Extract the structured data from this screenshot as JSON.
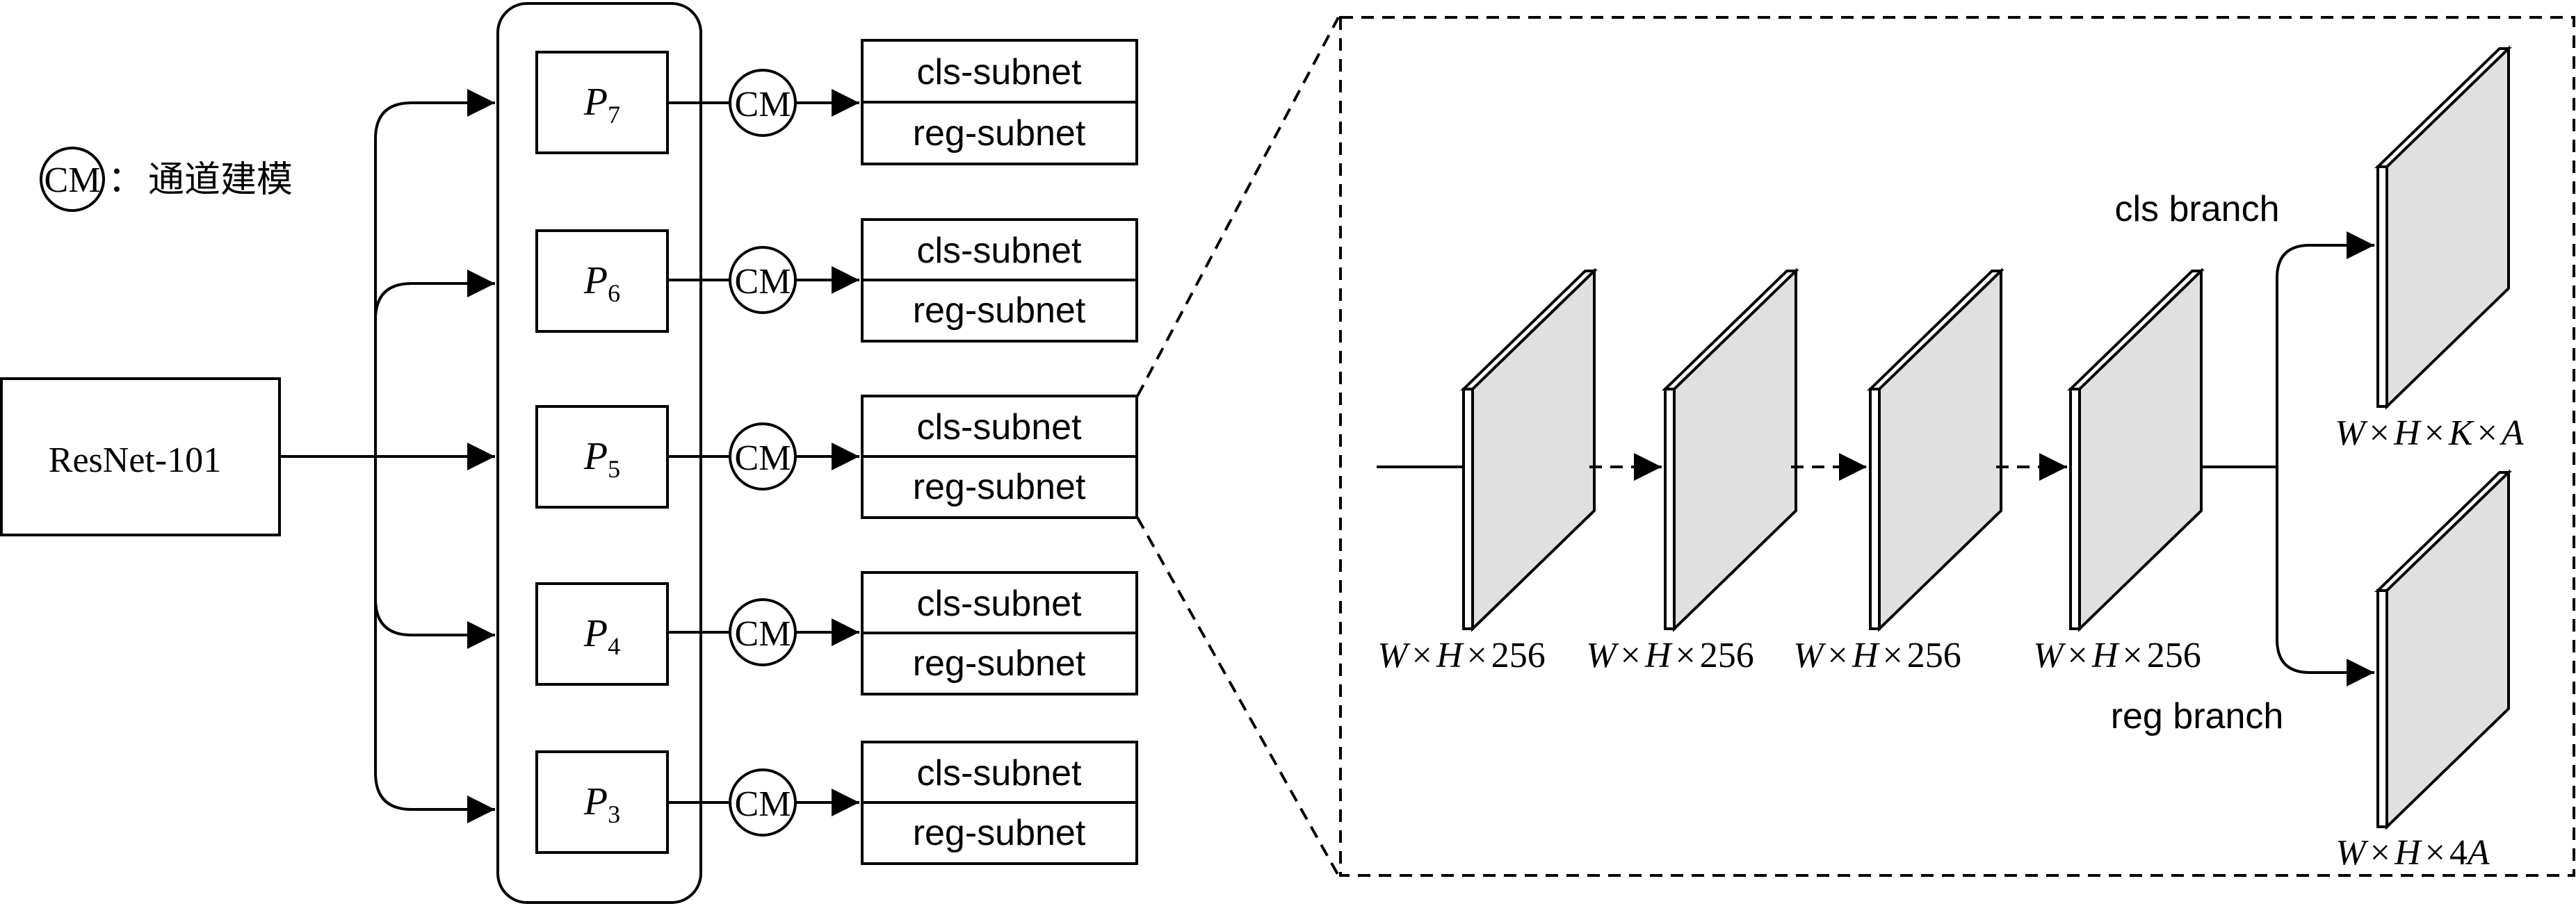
{
  "legend": {
    "symbol": "CM",
    "separator": "：",
    "meaning": "通道建模"
  },
  "backbone": "ResNet-101",
  "pyramid_levels": [
    {
      "letter": "P",
      "sub": "7",
      "cm": "CM",
      "cls": "cls-subnet",
      "reg": "reg-subnet"
    },
    {
      "letter": "P",
      "sub": "6",
      "cm": "CM",
      "cls": "cls-subnet",
      "reg": "reg-subnet"
    },
    {
      "letter": "P",
      "sub": "5",
      "cm": "CM",
      "cls": "cls-subnet",
      "reg": "reg-subnet"
    },
    {
      "letter": "P",
      "sub": "4",
      "cm": "CM",
      "cls": "cls-subnet",
      "reg": "reg-subnet"
    },
    {
      "letter": "P",
      "sub": "3",
      "cm": "CM",
      "cls": "cls-subnet",
      "reg": "reg-subnet"
    }
  ],
  "detail": {
    "feature_maps": [
      {
        "w": "W",
        "times1": "×",
        "h": "H",
        "times2": "×",
        "c": "256"
      },
      {
        "w": "W",
        "times1": "×",
        "h": "H",
        "times2": "×",
        "c": "256"
      },
      {
        "w": "W",
        "times1": "×",
        "h": "H",
        "times2": "×",
        "c": "256"
      },
      {
        "w": "W",
        "times1": "×",
        "h": "H",
        "times2": "×",
        "c": "256"
      }
    ],
    "cls_branch": {
      "label": "cls branch",
      "dims": {
        "w": "W",
        "t1": "×",
        "h": "H",
        "t2": "×",
        "k": "K",
        "t3": "×",
        "a": "A"
      }
    },
    "reg_branch": {
      "label": "reg branch",
      "dims": {
        "w": "W",
        "t1": "×",
        "h": "H",
        "t2": "×",
        "n": "4",
        "a": "A"
      }
    }
  },
  "colors": {
    "line": "#000000",
    "map_face": "#e0e0e0",
    "map_side": "#ffffff",
    "background": "#ffffff"
  }
}
